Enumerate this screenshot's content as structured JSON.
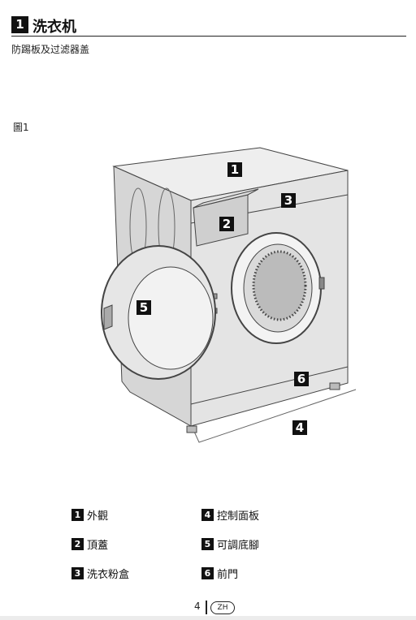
{
  "header": {
    "number": "1",
    "title": "洗衣机"
  },
  "subtitle": "防踢板及过滤器盖",
  "figure": {
    "label": "圖1",
    "callouts": [
      "1",
      "2",
      "3",
      "5",
      "6",
      "4"
    ]
  },
  "legend": [
    {
      "num": "1",
      "text": "外觀"
    },
    {
      "num": "2",
      "text": "頂蓋"
    },
    {
      "num": "3",
      "text": "洗衣粉盒"
    },
    {
      "num": "4",
      "text": "控制面板"
    },
    {
      "num": "5",
      "text": "可調底腳"
    },
    {
      "num": "6",
      "text": "前門"
    }
  ],
  "footer": {
    "page": "4",
    "lang": "ZH"
  }
}
